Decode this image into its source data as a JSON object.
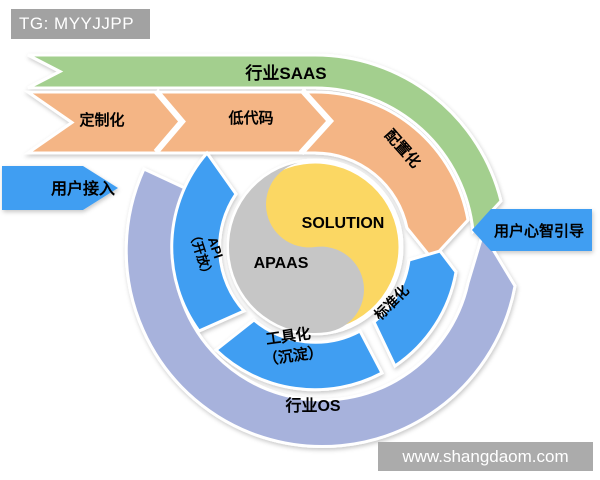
{
  "watermarks": {
    "telegram_tag": "TG: MYYJJPP",
    "site": "www.shangdaom.com"
  },
  "diagram": {
    "outer_band_label": "行业SAAS",
    "os_band_label": "行业OS",
    "segments": {
      "custom": "定制化",
      "low_code": "低代码",
      "configuration": "配置化"
    },
    "core": {
      "left": "APAAS",
      "right": "SOLUTION"
    },
    "inner_ring": {
      "api_line1": "API",
      "api_line2": "（开放）",
      "tool_line1": "工具化",
      "tool_line2": "（沉淀）",
      "standard": "标准化"
    },
    "arrows": {
      "left": "用户接入",
      "right": "用户心智引导"
    }
  },
  "colors": {
    "green": "#a3cf8e",
    "orange": "#f4b585",
    "blue": "#3f9ef2",
    "periwinkle": "#a7b2dc",
    "yellow": "#fbd763",
    "core_gray": "#c6c6c6",
    "tag_box": "#a2a2a2",
    "site_box": "#ababab",
    "arrow_text": "#0e2050"
  }
}
